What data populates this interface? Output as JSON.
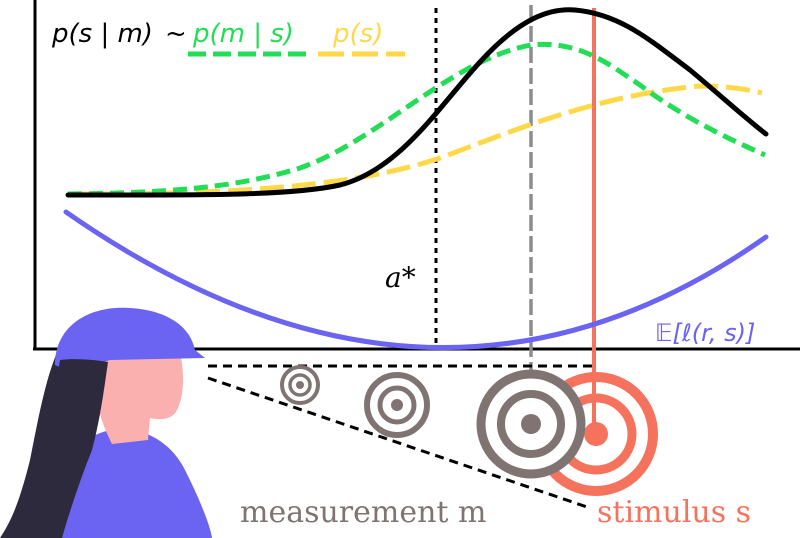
{
  "legend": {
    "posterior": "p(s | m)",
    "tilde": "~",
    "likelihood": "p(m | s)",
    "prior": "p(s)"
  },
  "labels": {
    "optimal_action": "a*",
    "expected_loss": "𝔼[ℓ(r, s)]",
    "measurement": "measurement m",
    "stimulus": "stimulus s"
  },
  "colors": {
    "posterior": "#000000",
    "likelihood": "#22dd55",
    "prior": "#ffd84a",
    "loss": "#6b63f2",
    "measurement": "#7f7472",
    "stimulus": "#f5735d",
    "skin": "#f9b0ae",
    "hair": "#2d2a3d",
    "cap": "#6b63f2"
  },
  "icons": {
    "observer": "person-with-cap-icon",
    "targets": "concentric-target-icon"
  }
}
